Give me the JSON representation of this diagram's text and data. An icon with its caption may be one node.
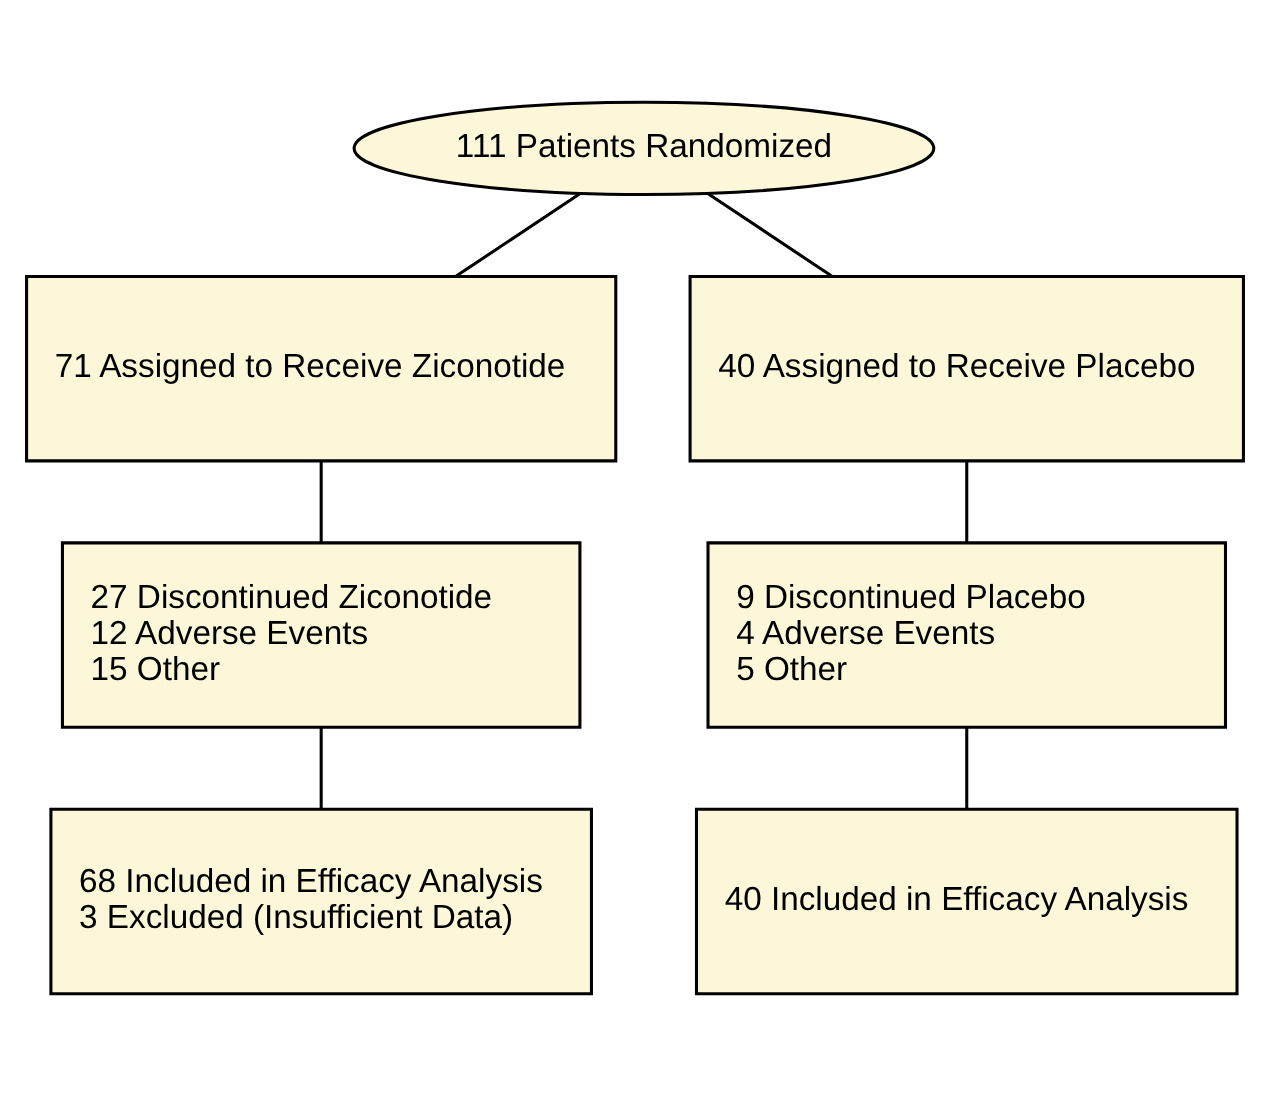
{
  "diagram": {
    "nodes": [
      {
        "text": [
          "111 Patients Randomized"
        ]
      },
      {
        "text": [
          "71 Assigned to Receive Ziconotide"
        ]
      },
      {
        "text": [
          "40 Assigned to Receive Placebo"
        ]
      },
      {
        "text": [
          "27 Discontinued Ziconotide",
          "12 Adverse Events",
          "15 Other"
        ]
      },
      {
        "text": [
          "9 Discontinued Placebo",
          "4 Adverse Events",
          "5 Other"
        ]
      },
      {
        "text": [
          "68 Included in Efficacy Analysis",
          "3 Excluded (Insufficient Data)"
        ]
      },
      {
        "text": [
          "40 Included in Efficacy Analysis"
        ]
      }
    ],
    "edges": [
      {
        "from": 0,
        "to": 1,
        "arrow": "none"
      },
      {
        "from": 0,
        "to": 2,
        "arrow": "none"
      },
      {
        "from": 1,
        "to": 3,
        "arrow": "none"
      },
      {
        "from": 2,
        "to": 4,
        "arrow": "none"
      },
      {
        "from": 3,
        "to": 5,
        "arrow": "none"
      },
      {
        "from": 4,
        "to": 6,
        "arrow": "none"
      }
    ]
  }
}
